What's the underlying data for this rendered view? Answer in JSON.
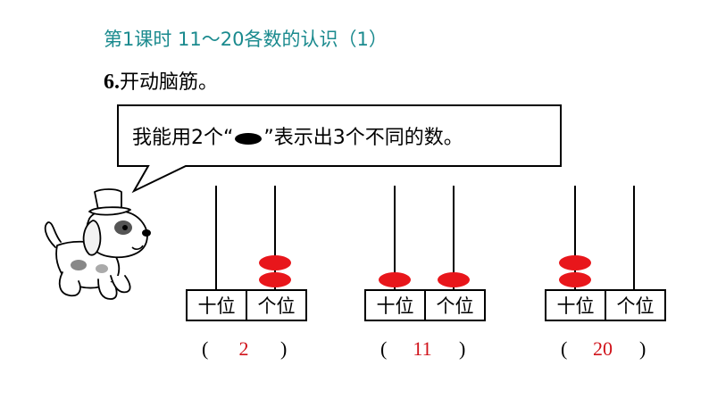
{
  "header": {
    "lesson_title": "第1课时 11～20各数的认识（1）"
  },
  "question": {
    "number": "6.",
    "text": "开动脑筋。"
  },
  "speech_bubble": {
    "text_before": "我能用2个“",
    "bead_icon": "black-oval-bead-icon",
    "text_after": "”表示出3个不同的数。"
  },
  "abaci": [
    {
      "tens_label": "十位",
      "ones_label": "个位",
      "tens_beads": 0,
      "ones_beads": 2,
      "answer": "2",
      "paren_open": "(",
      "paren_close": ")"
    },
    {
      "tens_label": "十位",
      "ones_label": "个位",
      "tens_beads": 1,
      "ones_beads": 1,
      "answer": "11",
      "paren_open": "(",
      "paren_close": ")"
    },
    {
      "tens_label": "十位",
      "ones_label": "个位",
      "tens_beads": 2,
      "ones_beads": 0,
      "answer": "20",
      "paren_open": "(",
      "paren_close": ")"
    }
  ],
  "colors": {
    "title": "#1a8a8e",
    "bead": "#e8161b",
    "answer": "#d0121a"
  },
  "illustration": "puppy-with-top-hat"
}
